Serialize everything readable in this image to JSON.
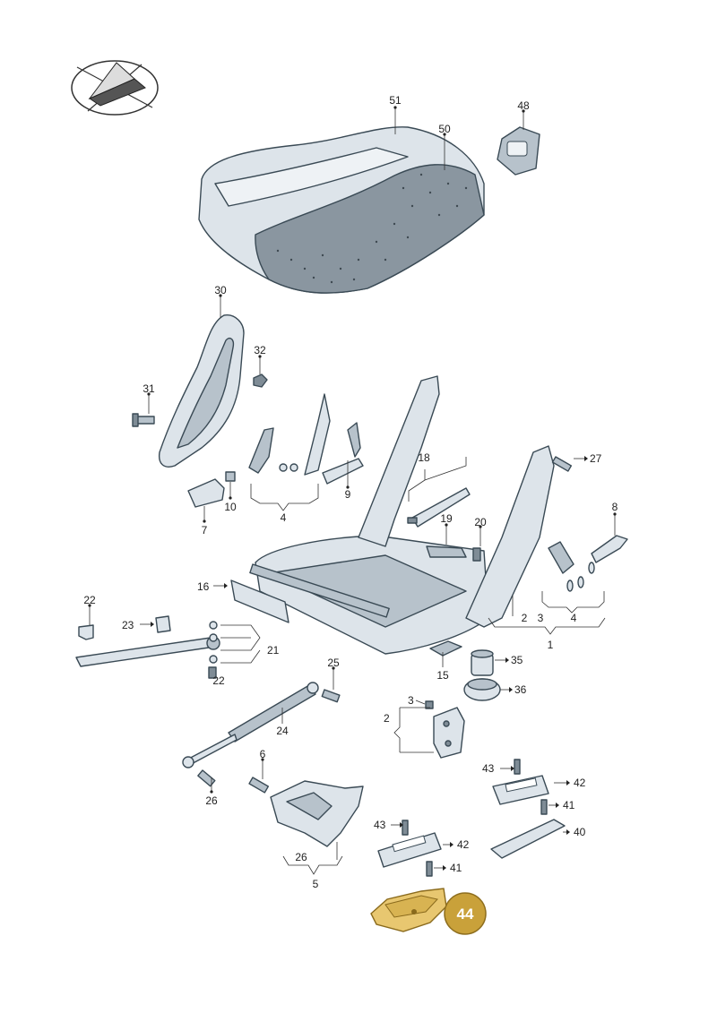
{
  "labels": {
    "p51": "51",
    "p50": "50",
    "p48": "48",
    "p30": "30",
    "p32": "32",
    "p31": "31",
    "p7": "7",
    "p10": "10",
    "p4a": "4",
    "p9": "9",
    "p18": "18",
    "p27": "27",
    "p19": "19",
    "p20": "20",
    "p8": "8",
    "p2a": "2",
    "p3a": "3",
    "p4b": "4",
    "p1": "1",
    "p16": "16",
    "p22a": "22",
    "p23": "23",
    "p21": "21",
    "p22b": "22",
    "p15": "15",
    "p35": "35",
    "p36": "36",
    "p25": "25",
    "p24": "24",
    "p3b": "3",
    "p2b": "2",
    "p6": "6",
    "p26a": "26",
    "p43a": "43",
    "p42a": "42",
    "p41a": "41",
    "p40": "40",
    "p43b": "43",
    "p42b": "42",
    "p26b": "26",
    "p5": "5",
    "p41b": "41"
  },
  "highlight": {
    "part_number": "44",
    "color": "#c9a13a"
  },
  "colors": {
    "line": "#3a4a55",
    "part_fill": "#dde4ea",
    "foam": "#8a96a0"
  }
}
